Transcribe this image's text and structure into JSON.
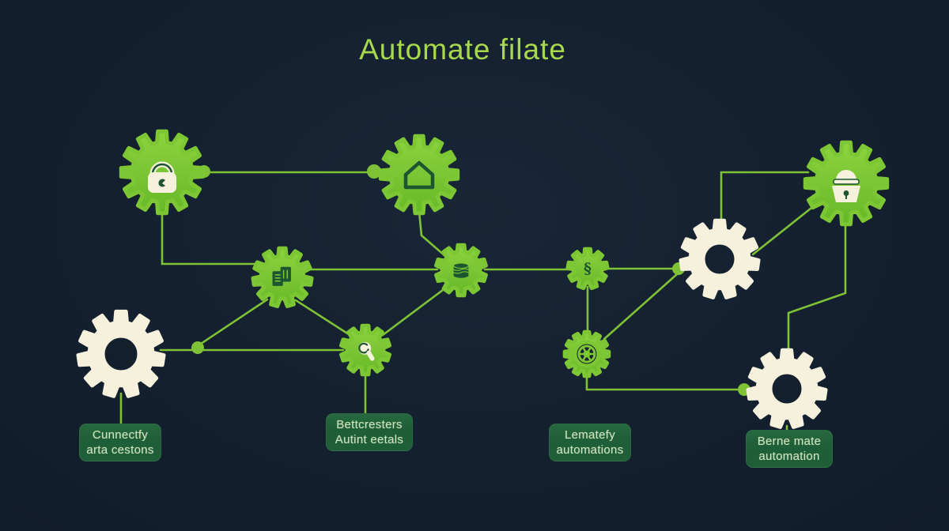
{
  "title": "Automate filate",
  "colors": {
    "background": "#14202f",
    "gear_green": "#7cc733",
    "gear_green_light": "#8ed340",
    "gear_green_deep": "#66b828",
    "gear_cream": "#f5f1dc",
    "icon_dark_green": "#1c5530",
    "line_green": "#7fc235",
    "label_background": "#1f5f38",
    "label_text": "#cfe3bd",
    "title_green": "#a8d94c"
  },
  "nodes": [
    {
      "id": "gear-lock-left",
      "icon": "padlock-icon",
      "style": "green"
    },
    {
      "id": "gear-home",
      "icon": "home-icon",
      "style": "green"
    },
    {
      "id": "gear-documents",
      "icon": "documents-icon",
      "style": "green"
    },
    {
      "id": "gear-database",
      "icon": "database-icon",
      "style": "green"
    },
    {
      "id": "gear-section",
      "icon": "section-sign-icon",
      "style": "green"
    },
    {
      "id": "gear-wheel",
      "icon": "spoked-wheel-icon",
      "style": "green-outline"
    },
    {
      "id": "gear-magnifier",
      "icon": "magnifier-icon",
      "style": "green"
    },
    {
      "id": "gear-plain-left",
      "icon": "",
      "style": "cream"
    },
    {
      "id": "gear-plain-mid",
      "icon": "",
      "style": "cream"
    },
    {
      "id": "gear-lock-right",
      "icon": "padlock2-icon",
      "style": "green"
    },
    {
      "id": "gear-plain-bottom",
      "icon": "",
      "style": "cream"
    }
  ],
  "labels": [
    {
      "line1": "Cunnectfy",
      "line2": "arta cestons"
    },
    {
      "line1": "Bettcresters",
      "line2": "Autint eetals"
    },
    {
      "line1": "Lematefy",
      "line2": "automations"
    },
    {
      "line1": "Berne mate",
      "line2": "automation"
    }
  ]
}
